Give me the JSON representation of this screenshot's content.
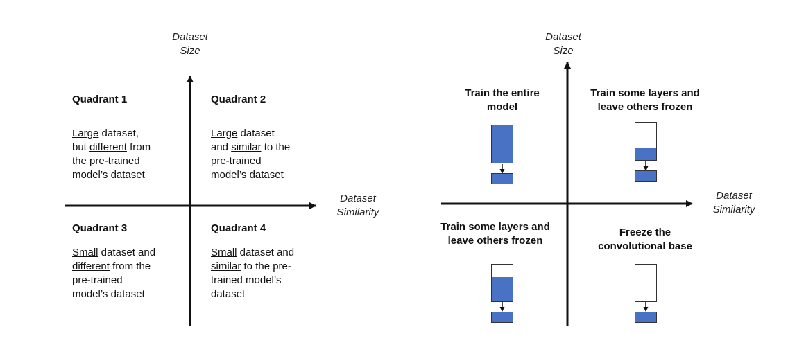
{
  "colors": {
    "axis": "#111111",
    "block_fill": "#4a72c4",
    "block_border": "#333333",
    "background": "#ffffff"
  },
  "left_diagram": {
    "y_axis_label": [
      "Dataset",
      "Size"
    ],
    "x_axis_label": [
      "Dataset",
      "Similarity"
    ],
    "quadrants": [
      {
        "title": "Quadrant 1",
        "lines": [
          [
            {
              "t": "Large",
              "u": true
            },
            {
              "t": " dataset,",
              "u": false
            }
          ],
          [
            {
              "t": "but ",
              "u": false
            },
            {
              "t": "different",
              "u": true
            },
            {
              "t": " from",
              "u": false
            }
          ],
          [
            {
              "t": "the pre-trained",
              "u": false
            }
          ],
          [
            {
              "t": "model’s dataset",
              "u": false
            }
          ]
        ]
      },
      {
        "title": "Quadrant 2",
        "lines": [
          [
            {
              "t": "Large",
              "u": true
            },
            {
              "t": " dataset",
              "u": false
            }
          ],
          [
            {
              "t": "and ",
              "u": false
            },
            {
              "t": "similar",
              "u": true
            },
            {
              "t": " to the",
              "u": false
            }
          ],
          [
            {
              "t": "pre-trained",
              "u": false
            }
          ],
          [
            {
              "t": "model’s dataset",
              "u": false
            }
          ]
        ]
      },
      {
        "title": "Quadrant 3",
        "lines": [
          [
            {
              "t": "Small",
              "u": true
            },
            {
              "t": " dataset and",
              "u": false
            }
          ],
          [
            {
              "t": "different",
              "u": true
            },
            {
              "t": " from the",
              "u": false
            }
          ],
          [
            {
              "t": "pre-trained",
              "u": false
            }
          ],
          [
            {
              "t": "model’s dataset",
              "u": false
            }
          ]
        ]
      },
      {
        "title": "Quadrant 4",
        "lines": [
          [
            {
              "t": "Small",
              "u": true
            },
            {
              "t": " dataset and",
              "u": false
            }
          ],
          [
            {
              "t": "similar",
              "u": true
            },
            {
              "t": " to the pre-",
              "u": false
            }
          ],
          [
            {
              "t": "trained model’s",
              "u": false
            }
          ],
          [
            {
              "t": "dataset",
              "u": false
            }
          ]
        ]
      }
    ]
  },
  "right_diagram": {
    "y_axis_label": [
      "Dataset",
      "Size"
    ],
    "x_axis_label": [
      "Dataset",
      "Similarity"
    ],
    "strategies": [
      {
        "lines": [
          "Train the entire",
          "model"
        ],
        "trainable_fraction": 1.0
      },
      {
        "lines": [
          "Train some layers and",
          "leave others frozen"
        ],
        "trainable_fraction": 0.33
      },
      {
        "lines": [
          "Train some layers and",
          "leave others frozen"
        ],
        "trainable_fraction": 0.67
      },
      {
        "lines": [
          "Freeze the",
          "convolutional base"
        ],
        "trainable_fraction": 0.0
      }
    ]
  }
}
